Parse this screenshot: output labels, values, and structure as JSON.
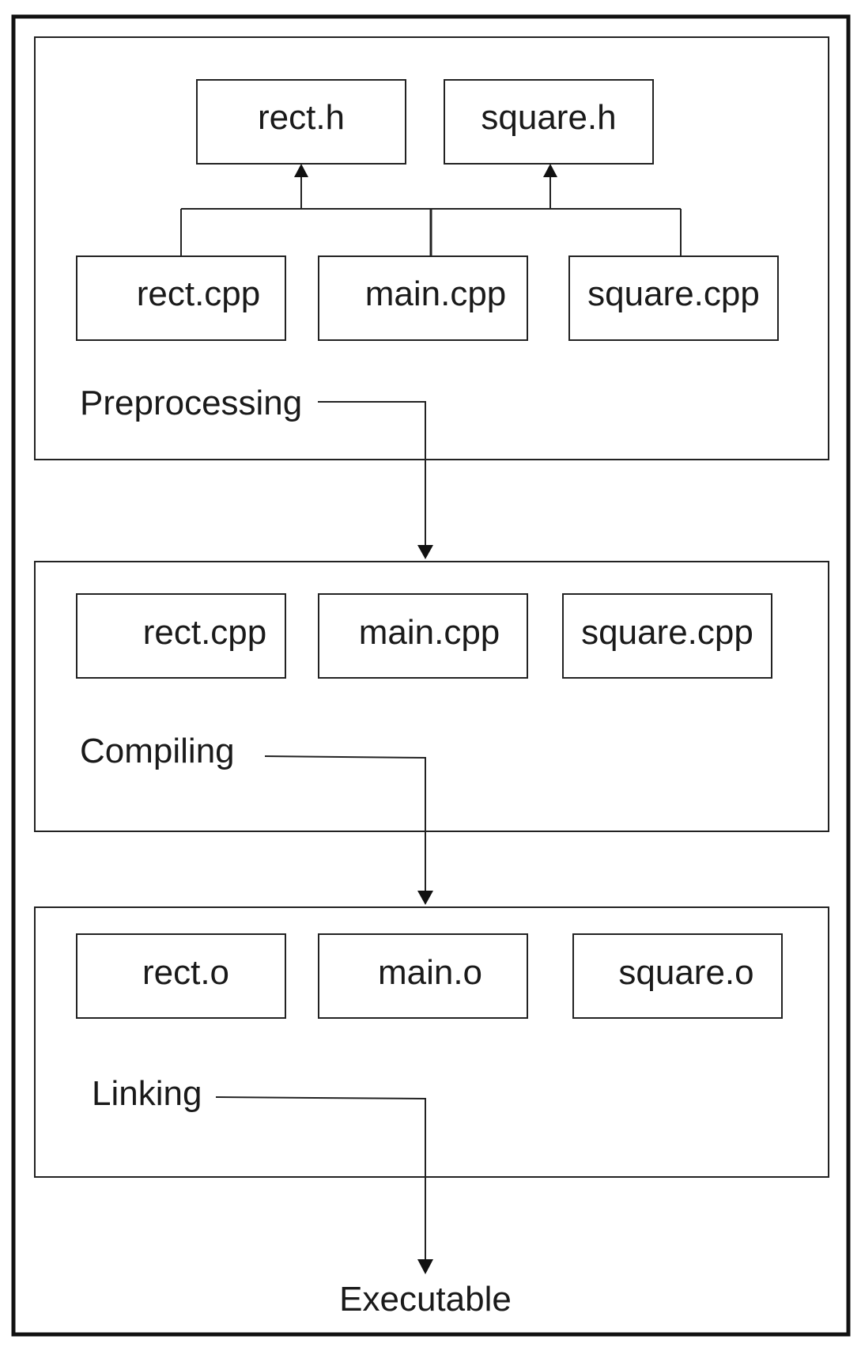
{
  "preprocessing": {
    "label": "Preprocessing",
    "headers": [
      "rect.h",
      "square.h"
    ],
    "sources": [
      "rect.cpp",
      "main.cpp",
      "square.cpp"
    ]
  },
  "compiling": {
    "label": "Compiling",
    "files": [
      "rect.cpp",
      "main.cpp",
      "square.cpp"
    ]
  },
  "linking": {
    "label": "Linking",
    "files": [
      "rect.o",
      "main.o",
      "square.o"
    ]
  },
  "output": {
    "label": "Executable"
  }
}
